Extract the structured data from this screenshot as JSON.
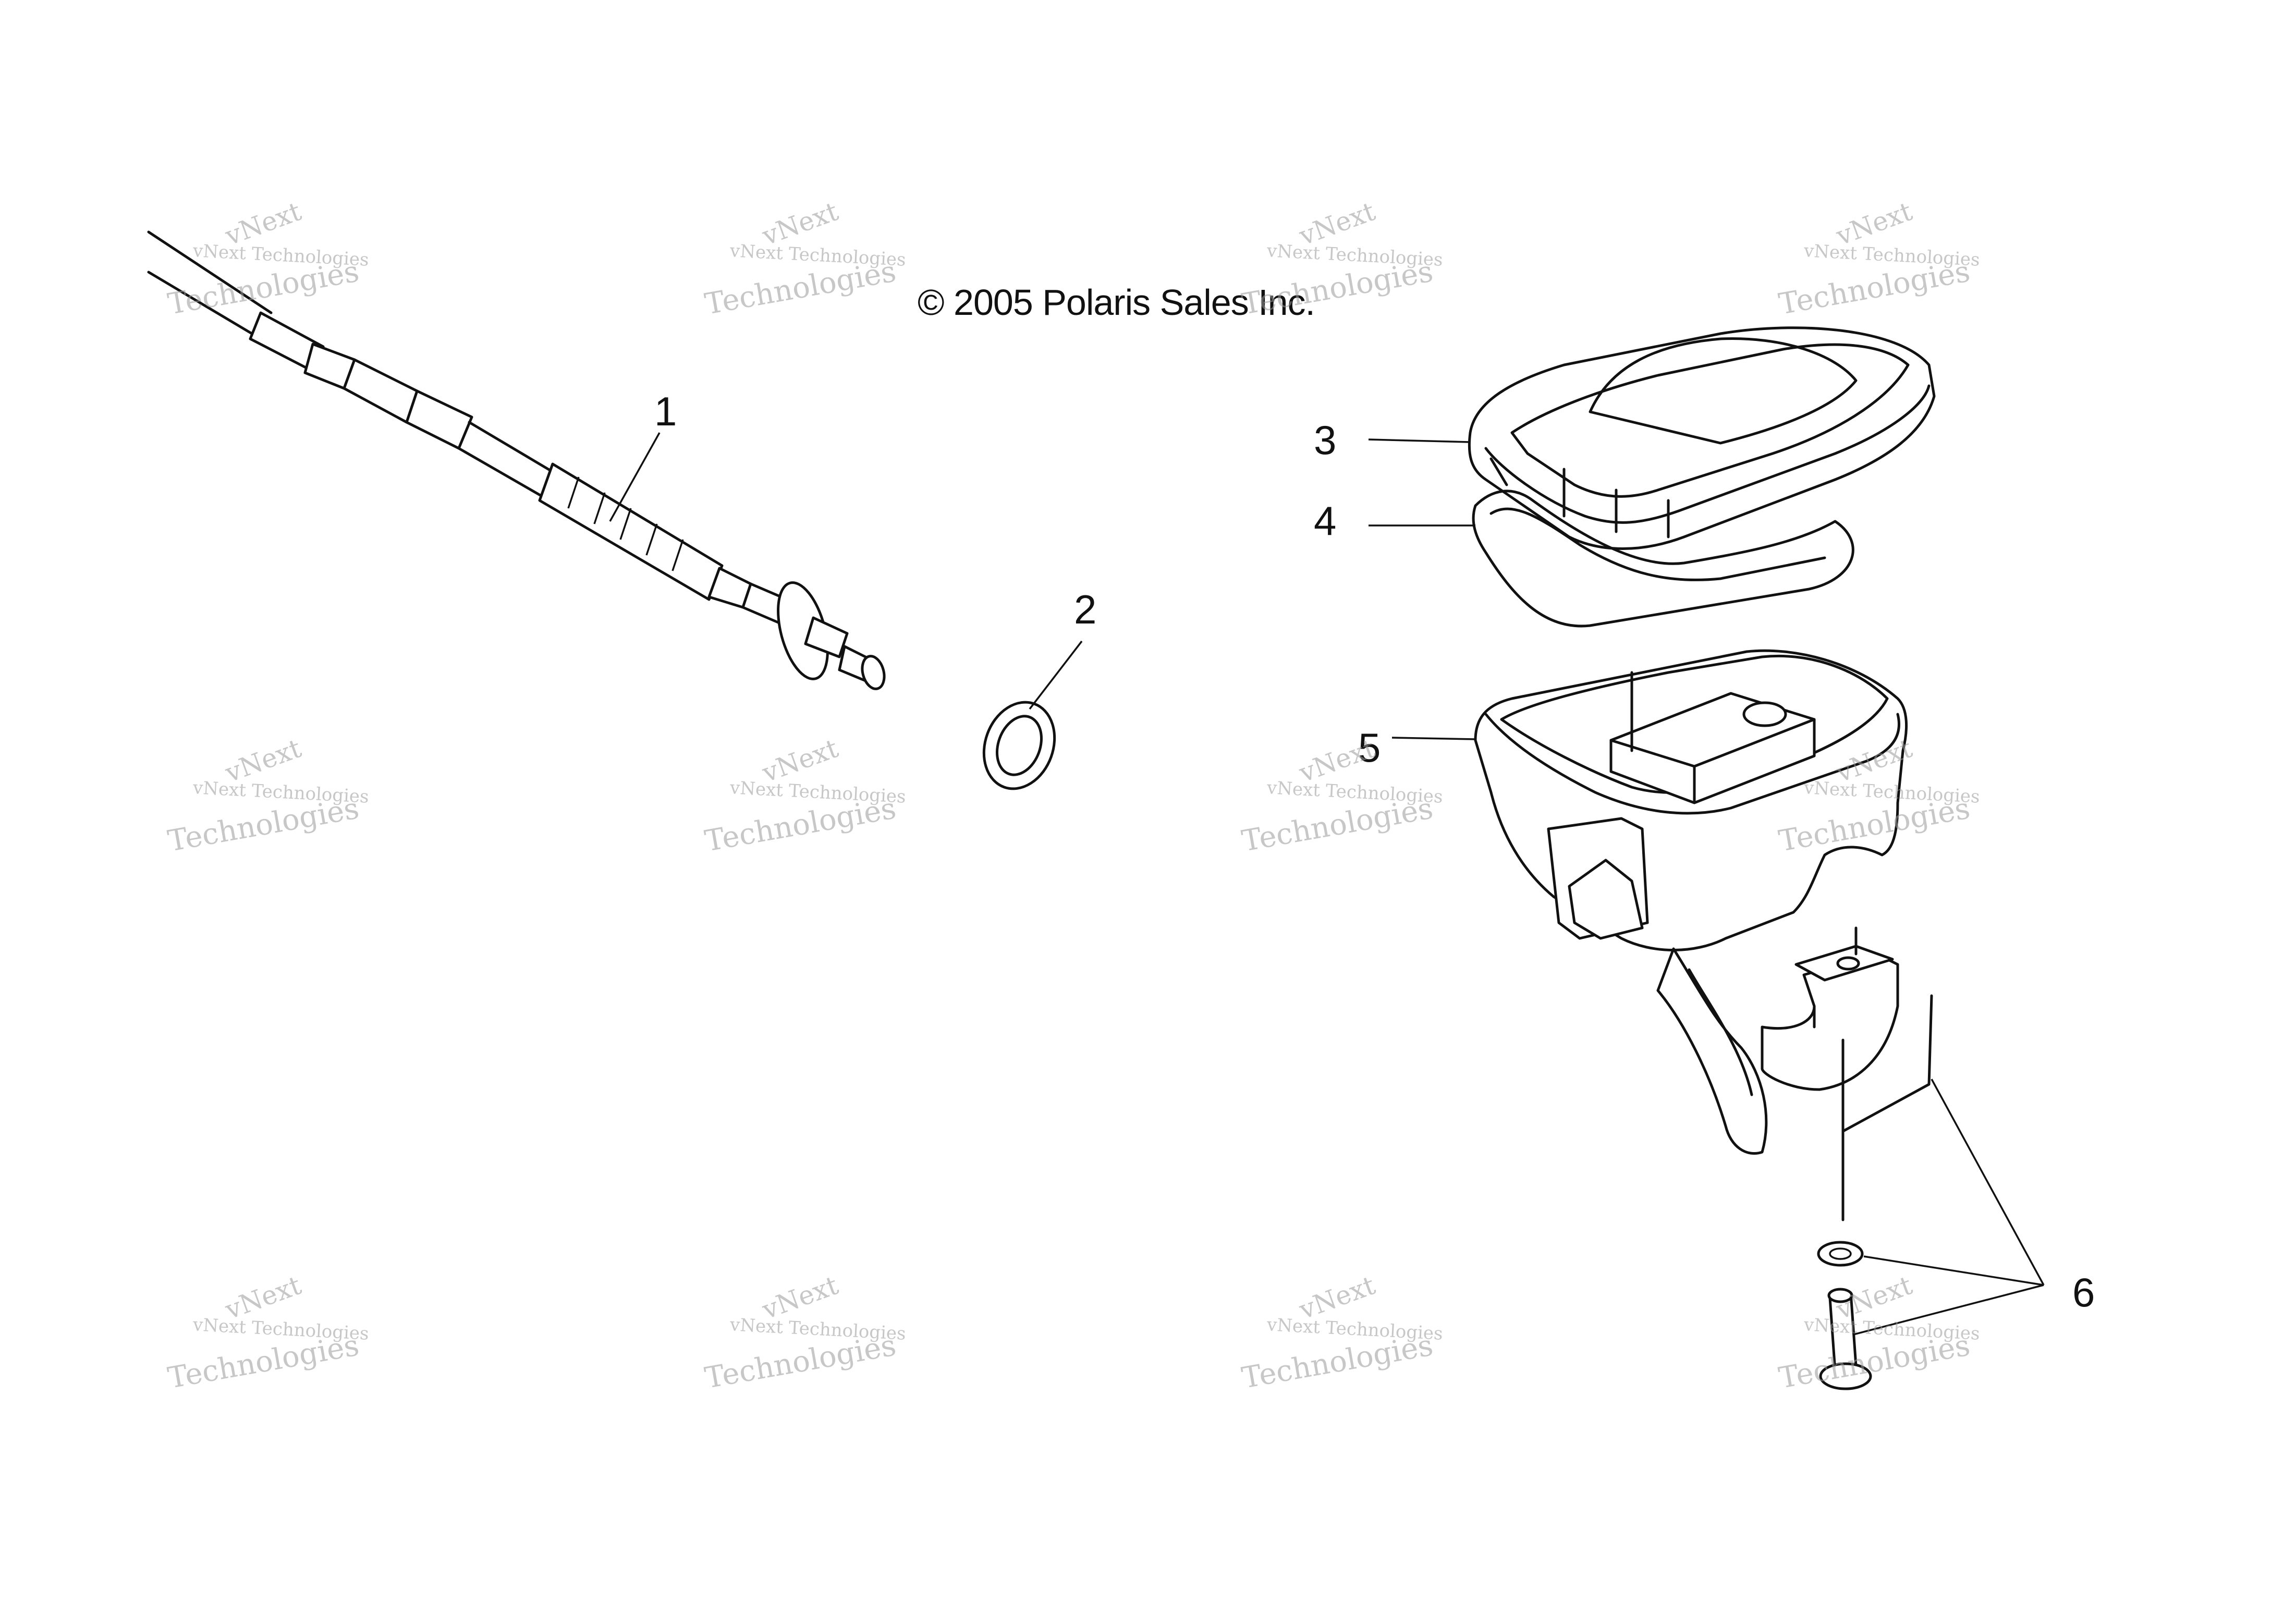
{
  "copyright": "© 2005 Polaris Sales Inc.",
  "callouts": [
    "1",
    "2",
    "3",
    "4",
    "5",
    "6"
  ],
  "watermark": {
    "line1": "vNext",
    "line2": "vNext Technologies",
    "line3": "Technologies"
  }
}
